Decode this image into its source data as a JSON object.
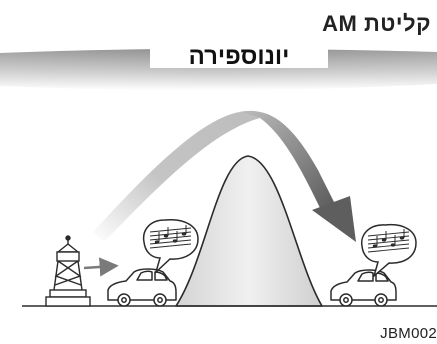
{
  "title": "קליטת AM",
  "ionosphere_label": "יונוספירה",
  "figure_code": "JBM002",
  "colors": {
    "background": "#ffffff",
    "sky_band": "#c9c9c9",
    "mountain": "#e2e2e2",
    "signal": "#777777",
    "line": "#2b2b2b"
  }
}
